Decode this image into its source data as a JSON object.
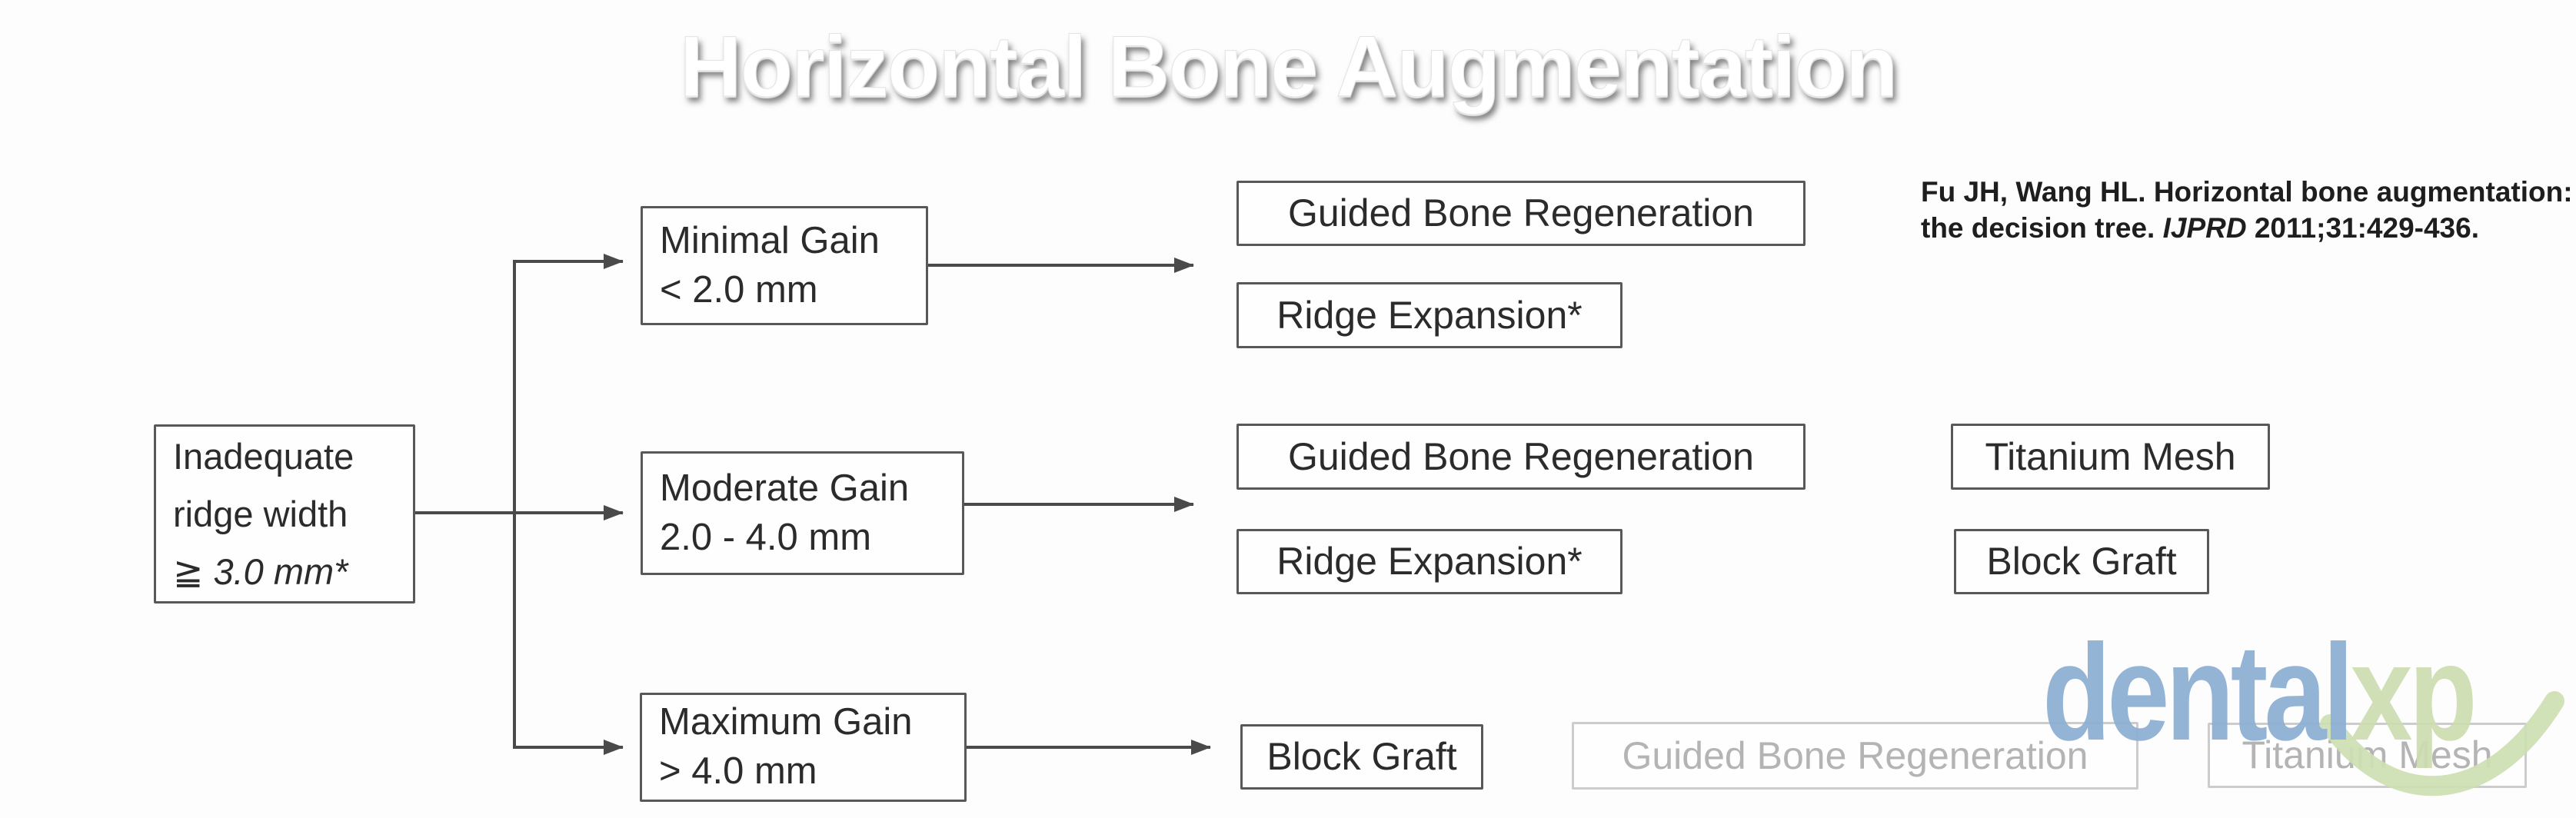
{
  "title": "Horizontal Bone Augmentation",
  "citation": {
    "line1": "Fu JH, Wang HL. Horizontal bone augmentation:",
    "line2_pre": "the decision tree. ",
    "journal": "IJPRD",
    "line2_post": " 2011;31:429-436."
  },
  "tree": {
    "root": {
      "line1": "Inadequate",
      "line2": "ridge width",
      "line3": "≧ 3.0 mm*"
    },
    "branches": [
      {
        "name": "minimal",
        "line1": "Minimal Gain",
        "line2": "< 2.0 mm",
        "options": [
          "Guided Bone Regeneration",
          "Ridge Expansion*"
        ]
      },
      {
        "name": "moderate",
        "line1": "Moderate Gain",
        "line2": "2.0 - 4.0 mm",
        "options": [
          "Guided Bone Regeneration",
          "Ridge Expansion*"
        ],
        "alt_options": [
          "Titanium Mesh",
          "Block Graft"
        ]
      },
      {
        "name": "maximum",
        "line1": "Maximum Gain",
        "line2": "> 4.0 mm",
        "options": [
          "Block Graft"
        ],
        "faded_options": [
          "Guided Bone Regeneration",
          "Titanium Mesh"
        ]
      }
    ]
  },
  "watermark": {
    "text_primary": "dental",
    "text_secondary": "xp"
  },
  "colors": {
    "watermark_blue": "#8caed3",
    "watermark_green": "#cdddb0",
    "box_border": "#58585a",
    "connector": "#4a4a4a",
    "faded_text": "#b4b4b4",
    "faded_border": "#cccccc",
    "text": "#2b2b2b",
    "title_text": "#ffffff"
  }
}
